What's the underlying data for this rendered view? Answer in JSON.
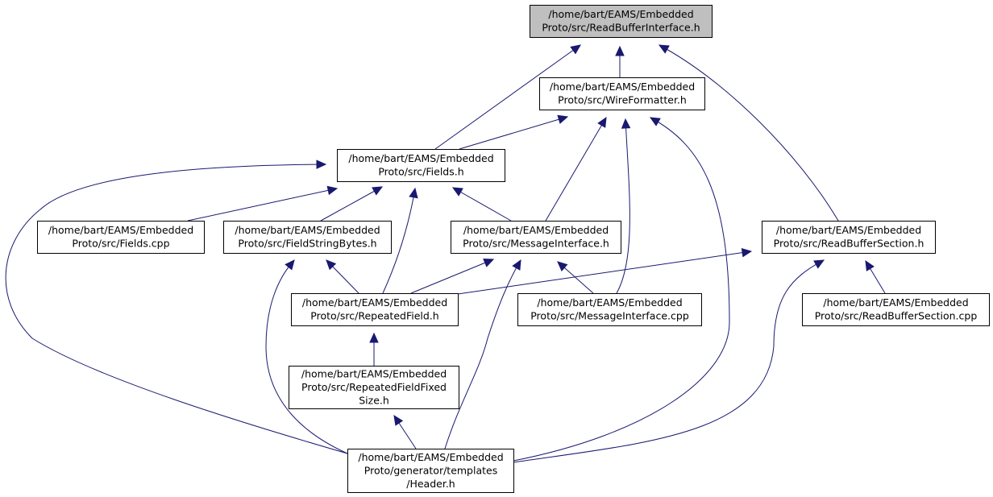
{
  "graph": {
    "nodes": [
      {
        "id": "rbi",
        "lines": [
          "/home/bart/EAMS/Embedded",
          "Proto/src/ReadBufferInterface.h"
        ],
        "highlighted": true
      },
      {
        "id": "wf",
        "lines": [
          "/home/bart/EAMS/Embedded",
          "Proto/src/WireFormatter.h"
        ]
      },
      {
        "id": "fields_h",
        "lines": [
          "/home/bart/EAMS/Embedded",
          "Proto/src/Fields.h"
        ]
      },
      {
        "id": "fields_cpp",
        "lines": [
          "/home/bart/EAMS/Embedded",
          "Proto/src/Fields.cpp"
        ]
      },
      {
        "id": "fsb",
        "lines": [
          "/home/bart/EAMS/Embedded",
          "Proto/src/FieldStringBytes.h"
        ]
      },
      {
        "id": "mi_h",
        "lines": [
          "/home/bart/EAMS/Embedded",
          "Proto/src/MessageInterface.h"
        ]
      },
      {
        "id": "rbs_h",
        "lines": [
          "/home/bart/EAMS/Embedded",
          "Proto/src/ReadBufferSection.h"
        ]
      },
      {
        "id": "rf",
        "lines": [
          "/home/bart/EAMS/Embedded",
          "Proto/src/RepeatedField.h"
        ]
      },
      {
        "id": "mi_cpp",
        "lines": [
          "/home/bart/EAMS/Embedded",
          "Proto/src/MessageInterface.cpp"
        ]
      },
      {
        "id": "rbs_cpp",
        "lines": [
          "/home/bart/EAMS/Embedded",
          "Proto/src/ReadBufferSection.cpp"
        ]
      },
      {
        "id": "rffs",
        "lines": [
          "/home/bart/EAMS/Embedded",
          "Proto/src/RepeatedFieldFixed",
          "Size.h"
        ]
      },
      {
        "id": "header",
        "lines": [
          "/home/bart/EAMS/Embedded",
          "Proto/generator/templates",
          "/Header.h"
        ]
      }
    ],
    "edges": [
      {
        "from": "wf",
        "to": "rbi"
      },
      {
        "from": "fields_h",
        "to": "rbi"
      },
      {
        "from": "rbs_h",
        "to": "rbi"
      },
      {
        "from": "fields_h",
        "to": "wf"
      },
      {
        "from": "mi_h",
        "to": "wf"
      },
      {
        "from": "mi_cpp",
        "to": "wf"
      },
      {
        "from": "header",
        "to": "wf"
      },
      {
        "from": "fields_cpp",
        "to": "fields_h"
      },
      {
        "from": "fsb",
        "to": "fields_h"
      },
      {
        "from": "mi_h",
        "to": "fields_h"
      },
      {
        "from": "rf",
        "to": "fields_h"
      },
      {
        "from": "header",
        "to": "fields_h"
      },
      {
        "from": "rf",
        "to": "fsb"
      },
      {
        "from": "header",
        "to": "fsb"
      },
      {
        "from": "rf",
        "to": "mi_h"
      },
      {
        "from": "mi_cpp",
        "to": "mi_h"
      },
      {
        "from": "header",
        "to": "mi_h"
      },
      {
        "from": "rf",
        "to": "rbs_h"
      },
      {
        "from": "rbs_cpp",
        "to": "rbs_h"
      },
      {
        "from": "header",
        "to": "rbs_h"
      },
      {
        "from": "rffs",
        "to": "rf"
      },
      {
        "from": "header",
        "to": "rffs"
      }
    ]
  },
  "colors": {
    "node_fill": "#ffffff",
    "highlight_fill": "#bfbfbf",
    "edge": "#191970",
    "border": "#000000"
  }
}
